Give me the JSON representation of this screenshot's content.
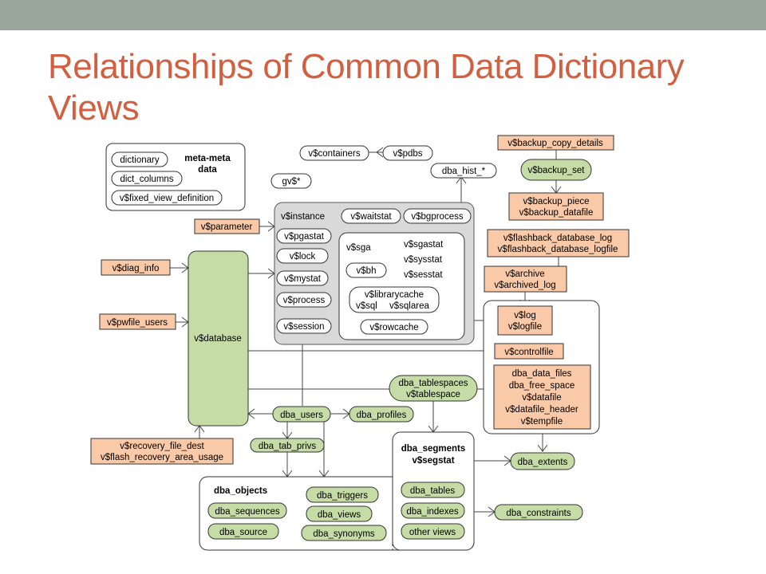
{
  "slide": {
    "title": "Relationships of Common Data Dictionary Views"
  },
  "colors": {
    "header_bar": "#98a79a",
    "title": "#d25f3f",
    "view_orange": "#f9c9a8",
    "view_green": "#c6dca6",
    "group_gray": "#d9d9d9"
  },
  "diagram": {
    "legend": {
      "label_line1": "meta-meta",
      "label_line2": "data",
      "items": [
        "dictionary",
        "dict_columns",
        "v$fixed_view_definition"
      ]
    },
    "top": {
      "containers": "v$containers",
      "pdbs": "v$pdbs",
      "gv": "gv$*",
      "dba_hist": "dba_hist_*"
    },
    "instance_group": {
      "instance": "v$instance",
      "waitstat": "v$waitstat",
      "bgprocess": "v$bgprocess",
      "pgastat": "v$pgastat",
      "lock": "v$lock",
      "mystat": "v$mystat",
      "process": "v$process",
      "session": "v$session",
      "sga_group": {
        "sga": "v$sga",
        "sgastat": "v$sgastat",
        "sysstat": "v$sysstat",
        "sesstat": "v$sesstat",
        "bh": "v$bh",
        "librarycache": "v$librarycache",
        "sql": "v$sql",
        "sqlarea": "v$sqlarea",
        "rowcache": "v$rowcache"
      }
    },
    "left": {
      "parameter": "v$parameter",
      "diag_info": "v$diag_info",
      "pwfile_users": "v$pwfile_users",
      "database": "v$database",
      "recovery_line1": "v$recovery_file_dest",
      "recovery_line2": "v$flash_recovery_area_usage"
    },
    "backup": {
      "copy_details": "v$backup_copy_details",
      "backup_set": "v$backup_set",
      "piece_line1": "v$backup_piece",
      "piece_line2": "v$backup_datafile",
      "flashback_line1": "v$flashback_database_log",
      "flashback_line2": "v$flashback_database_logfile",
      "archive_line1": "v$archive",
      "archive_line2": "v$archived_log"
    },
    "files_group": {
      "log_line1": "v$log",
      "log_line2": "v$logfile",
      "controlfile": "v$controlfile",
      "datafiles": [
        "dba_data_files",
        "dba_free_space",
        "v$datafile",
        "v$datafile_header",
        "v$tempfile"
      ]
    },
    "middle": {
      "tablespaces_line1": "dba_tablespaces",
      "tablespaces_line2": "v$tablespace",
      "users": "dba_users",
      "profiles": "dba_profiles",
      "tab_privs": "dba_tab_privs",
      "extents": "dba_extents",
      "constraints": "dba_constraints"
    },
    "segments_group": {
      "title_line1": "dba_segments",
      "title_line2": "v$segstat",
      "tables": "dba_tables",
      "indexes": "dba_indexes",
      "other": "other views"
    },
    "objects_group": {
      "title": "dba_objects",
      "sequences": "dba_sequences",
      "source": "dba_source",
      "triggers": "dba_triggers",
      "views": "dba_views",
      "synonyms": "dba_synonyms"
    }
  }
}
